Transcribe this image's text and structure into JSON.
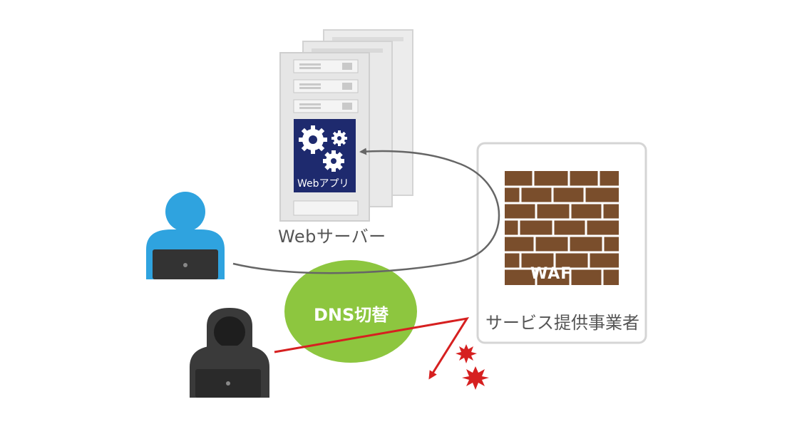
{
  "diagram": {
    "web_app_label": "Webアプリ",
    "web_server_label": "Webサーバー",
    "dns_switch_label": "DNS切替",
    "waf_label": "WAF",
    "provider_label": "サービス提供事業者"
  },
  "colors": {
    "user_blue": "#2fa3df",
    "attacker_dark": "#3a3a3a",
    "laptop": "#333333",
    "server_gray": "#e8e8e8",
    "app_panel_navy": "#1e2a6e",
    "brick_brown": "#7a4e2c",
    "dns_green": "#8dc63f",
    "attack_red": "#d62020",
    "flow_gray": "#666666",
    "provider_border": "#d5d5d5"
  }
}
